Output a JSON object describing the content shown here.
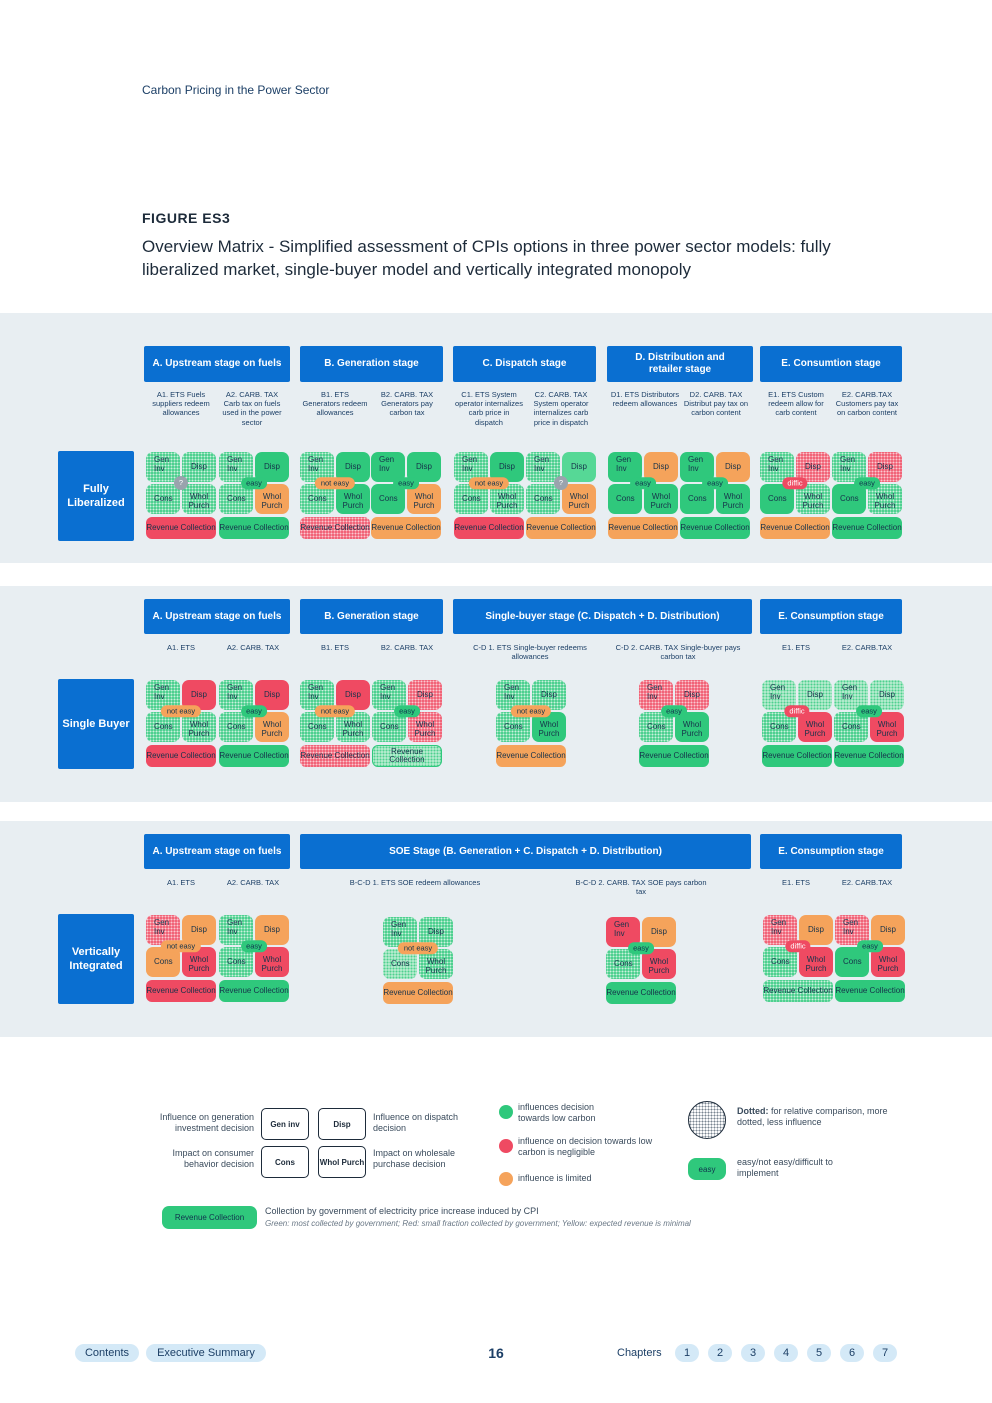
{
  "header": "Carbon Pricing in the Power Sector",
  "figure_label": "FIGURE ES3",
  "figure_title": "Overview Matrix - Simplified assessment of CPIs options in three power sector models: fully liberalized market, single-buyer model and vertically integrated monopoly",
  "quadrant_labels": {
    "gen": "Gen Inv",
    "disp": "Disp",
    "cons": "Cons",
    "whol": "Whol Purch",
    "rev": "Revenue Collection"
  },
  "sections": [
    {
      "row_label": "Fully Liberalized",
      "stages": [
        "A. Upstream stage on fuels",
        "B. Generation stage",
        "C. Dispatch stage",
        "D. Distribution and retailer stage",
        "E. Consumtion stage"
      ],
      "subs": [
        "A1. ETS Fuels suppliers redeem allowances",
        "A2. CARB. TAX Carb tax on fuels used in the power sector",
        "B1. ETS Generators redeem allowances",
        "B2. CARB. TAX Generators pay carbon tax",
        "C1. ETS System operator internalizes carb price in dispatch",
        "C2. CARB. TAX System operator internalizes carb price in dispatch",
        "D1. ETS Distributors redeem allowances",
        "D2. CARB. TAX Distribut pay tax on carbon content",
        "E1. ETS Custom redeem allow for carb content",
        "E2. CARB.TAX Customers pay tax on carbon content"
      ],
      "pills": [
        "?",
        "easy",
        "not easy",
        "easy",
        "not easy",
        "?",
        "easy",
        "easy",
        "diffic",
        "easy"
      ]
    },
    {
      "row_label": "Single Buyer",
      "stages": [
        "A. Upstream stage on fuels",
        "B. Generation stage",
        "Single-buyer stage (C. Dispatch + D. Distribution)",
        "E. Consumption stage"
      ],
      "subs": [
        "A1. ETS",
        "A2. CARB. TAX",
        "B1. ETS",
        "B2. CARB. TAX",
        "C-D 1. ETS Single-buyer redeems allowances",
        "C-D 2. CARB. TAX Single-buyer pays carbon tax",
        "E1. ETS",
        "E2. CARB.TAX"
      ],
      "pills": [
        "not easy",
        "easy",
        "not easy",
        "easy",
        "not easy",
        "easy",
        "diffic",
        "easy"
      ]
    },
    {
      "row_label": "Vertically Integrated",
      "stages": [
        "A. Upstream stage on fuels",
        "SOE Stage (B. Generation + C. Dispatch + D. Distribution)",
        "E. Consumption stage"
      ],
      "subs": [
        "A1. ETS",
        "A2. CARB. TAX",
        "B-C-D 1. ETS SOE redeem allowances",
        "B-C-D 2. CARB. TAX SOE pays carbon tax",
        "E1. ETS",
        "E2. CARB.TAX"
      ],
      "pills": [
        "not easy",
        "easy",
        "not easy",
        "easy",
        "diffic",
        "easy"
      ]
    }
  ],
  "legend": {
    "gen_text": "Influence on generation investment decision",
    "disp_text": "Influence on dispatch decision",
    "cons_text": "Impact on consumer behavior decision",
    "whol_text": "Impact on wholesale purchase decision",
    "gen_box": "Gen inv",
    "disp_box": "Disp",
    "cons_box": "Cons",
    "whol_box": "Whol Purch",
    "green_text": "influences decision towards low carbon",
    "red_text": "influence on decision towards low carbon is negligible",
    "orange_text": "influence is limited",
    "dotted_label": "Dotted:",
    "dotted_text": "for relative comparison, more dotted, less influence",
    "easy_label": "easy",
    "easy_text": "easy/not easy/difficult to implement",
    "rev_label": "Revenue Collection",
    "rev_text": "Collection by government of electricity price increase induced by CPI",
    "rev_note": "Green: most collected by government; Red: small fraction collected by government; Yellow: expected revenue is minimal"
  },
  "footer": {
    "contents": "Contents",
    "exec": "Executive Summary",
    "page": "16",
    "chapters_label": "Chapters",
    "chapters": [
      "1",
      "2",
      "3",
      "4",
      "5",
      "6",
      "7"
    ]
  },
  "colors": {
    "green": "#2fc87c",
    "red": "#ef4a62",
    "orange": "#f5a35b",
    "blue": "#0a6fd1",
    "band": "#e8eef2"
  }
}
